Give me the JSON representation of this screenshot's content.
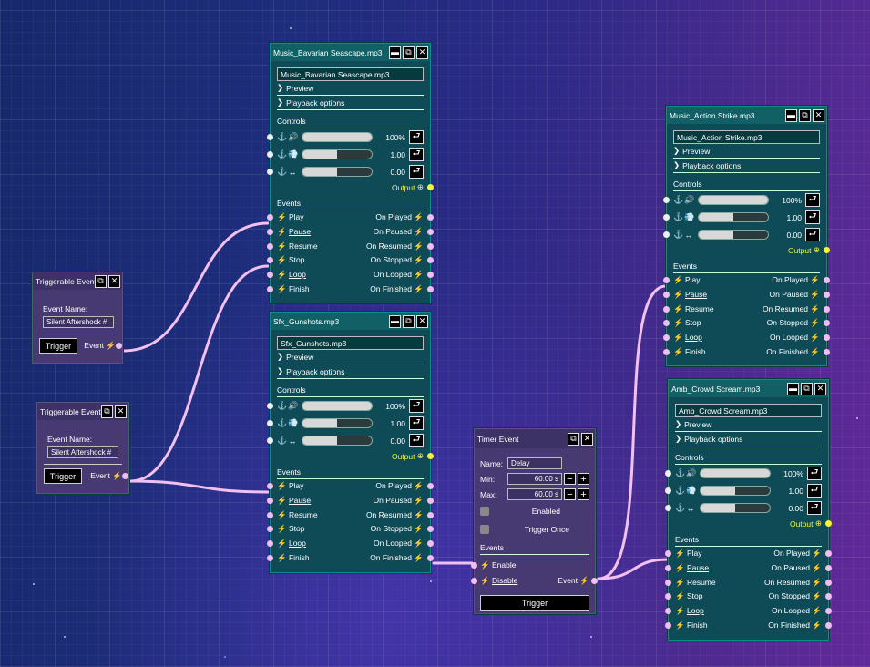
{
  "bolt": "⚡",
  "window_buttons": {
    "minimize": "▬",
    "restore": "⧉",
    "close": "✕"
  },
  "reset_glyph": "⮐",
  "trigger_nodes": [
    {
      "title": "Triggerable Event",
      "event_name_label": "Event Name:",
      "event_name_value": "Silent Aftershock #",
      "trigger_label": "Trigger",
      "event_label": "Event"
    },
    {
      "title": "Triggerable Event",
      "event_name_label": "Event Name:",
      "event_name_value": "Silent Aftershock #",
      "trigger_label": "Trigger",
      "event_label": "Event"
    }
  ],
  "audio_nodes": [
    {
      "title": "Music_Bavarian Seascape.mp3",
      "file": "Music_Bavarian Seascape.mp3",
      "preview": "Preview",
      "playback": "Playback options",
      "controls": "Controls",
      "volume": {
        "label": "100%",
        "level": 1.0
      },
      "pitch": {
        "label": "1.00",
        "level": 0.5
      },
      "pan": {
        "label": "0.00",
        "level": 0.5
      },
      "output": "Output",
      "events_label": "Events"
    },
    {
      "title": "Sfx_Gunshots.mp3",
      "file": "Sfx_Gunshots.mp3",
      "preview": "Preview",
      "playback": "Playback options",
      "controls": "Controls",
      "volume": {
        "label": "100%",
        "level": 1.0
      },
      "pitch": {
        "label": "1.00",
        "level": 0.5
      },
      "pan": {
        "label": "0.00",
        "level": 0.5
      },
      "output": "Output",
      "events_label": "Events"
    },
    {
      "title": "Music_Action Strike.mp3",
      "file": "Music_Action Strike.mp3",
      "preview": "Preview",
      "playback": "Playback options",
      "controls": "Controls",
      "volume": {
        "label": "100%",
        "level": 1.0
      },
      "pitch": {
        "label": "1.00",
        "level": 0.5
      },
      "pan": {
        "label": "0.00",
        "level": 0.5
      },
      "output": "Output",
      "events_label": "Events"
    },
    {
      "title": "Amb_Crowd Scream.mp3",
      "file": "Amb_Crowd Scream.mp3",
      "preview": "Preview",
      "playback": "Playback options",
      "controls": "Controls",
      "volume": {
        "label": "100%",
        "level": 1.0
      },
      "pitch": {
        "label": "1.00",
        "level": 0.5
      },
      "pan": {
        "label": "0.00",
        "level": 0.5
      },
      "output": "Output",
      "events_label": "Events"
    }
  ],
  "audio_events": [
    {
      "in": "Play",
      "out": "On Played"
    },
    {
      "in": "Pause",
      "out": "On Paused"
    },
    {
      "in": "Resume",
      "out": "On Resumed"
    },
    {
      "in": "Stop",
      "out": "On Stopped"
    },
    {
      "in": "Loop",
      "out": "On Looped"
    },
    {
      "in": "Finish",
      "out": "On Finished"
    }
  ],
  "timer": {
    "title": "Timer Event",
    "name_label": "Name:",
    "name_value": "Delay",
    "min_label": "Min:",
    "min_value": "60.00 s",
    "max_label": "Max:",
    "max_value": "60.00 s",
    "enabled": "Enabled",
    "trigger_once": "Trigger Once",
    "events_label": "Events",
    "enable": "Enable",
    "disable": "Disable",
    "event_out": "Event",
    "trigger_label": "Trigger",
    "plus": "+",
    "minus": "−"
  },
  "colors": {
    "node_teal": "#0f4b57",
    "node_purple": "#473a72",
    "wire": "#f2bdf0",
    "output_port": "#f3f33c"
  }
}
